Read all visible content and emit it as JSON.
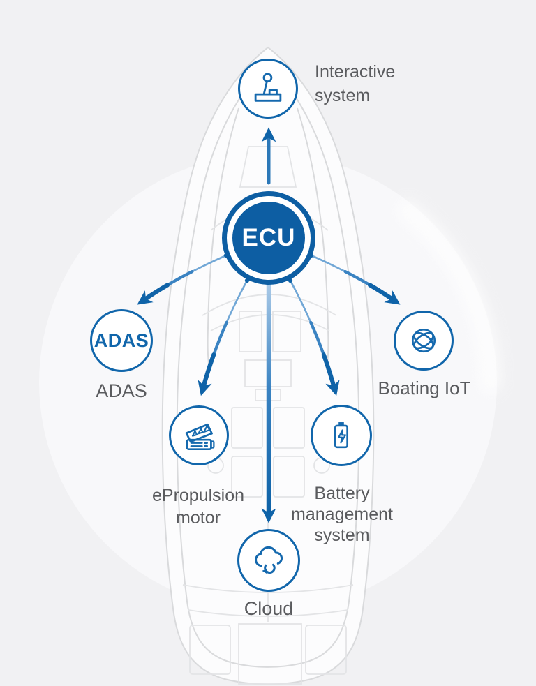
{
  "diagram": {
    "ecu": {
      "label": "ECU"
    },
    "nodes": {
      "interactive": {
        "lines": [
          "Interactive",
          "system"
        ],
        "icon": "joystick-icon"
      },
      "adas": {
        "circle_text": "ADAS",
        "label": "ADAS",
        "icon": "adas-text-circle"
      },
      "iot": {
        "label": "Boating IoT",
        "icon": "globe-icon"
      },
      "motor": {
        "lines": [
          "ePropulsion",
          "motor"
        ],
        "icon": "motor-icon"
      },
      "battery": {
        "lines": [
          "Battery",
          "management",
          "system"
        ],
        "icon": "battery-icon"
      },
      "cloud": {
        "label": "Cloud",
        "icon": "cloud-sync-icon"
      }
    },
    "colors": {
      "primary_blue": "#0d5ea3",
      "icon_blue": "#1569ae",
      "arrow_blue": "#0f63a8",
      "arrow_light_blue": "#71a7d6",
      "label_gray": "#5a5b5e",
      "background": "#f1f1f3",
      "halo": "#f8f8fa",
      "boat_line": "#d9dadc"
    }
  }
}
